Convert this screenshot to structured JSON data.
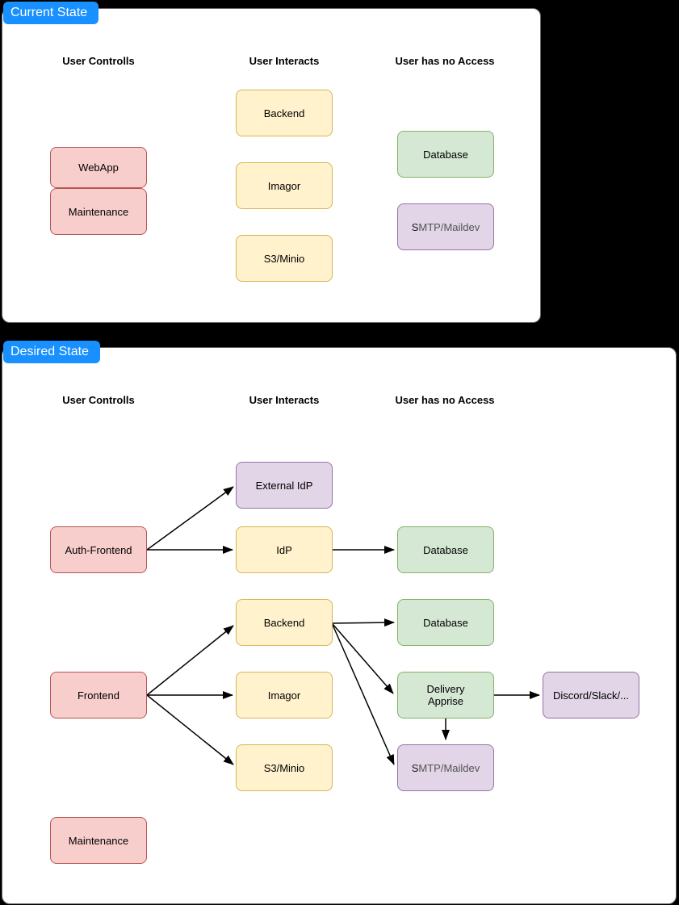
{
  "colors": {
    "background": "#000000",
    "tag_blue": "#1890FF",
    "red_fill": "#F8CECC",
    "red_stroke": "#B85450",
    "yellow_fill": "#FFF2CC",
    "yellow_stroke": "#D6B656",
    "green_fill": "#D5E8D4",
    "green_stroke": "#82B366",
    "purple_fill": "#E1D5E7",
    "purple_stroke": "#9673A6",
    "arrow_color": "#000000",
    "muted_text": "#545454"
  },
  "current_state": {
    "tag": "Current State",
    "columns": {
      "controls": "User Controlls",
      "interacts": "User Interacts",
      "no_access": "User has no Access"
    },
    "nodes": {
      "webapp": "WebApp",
      "maintenance": "Maintenance",
      "backend": "Backend",
      "imagor": "Imagor",
      "s3": "S3/Minio",
      "database": "Database",
      "smtp_first": "S",
      "smtp_rest": "MTP/Maildev"
    }
  },
  "desired_state": {
    "tag": "Desired State",
    "columns": {
      "controls": "User Controlls",
      "interacts": "User Interacts",
      "no_access": "User has no Access"
    },
    "nodes": {
      "external_idp": "External IdP",
      "auth_frontend": "Auth-Frontend",
      "idp": "IdP",
      "database_top": "Database",
      "backend": "Backend",
      "database_mid": "Database",
      "frontend": "Frontend",
      "imagor": "Imagor",
      "delivery": "Delivery\nApprise",
      "discord": "Discord/Slack/...",
      "s3": "S3/Minio",
      "smtp_first": "S",
      "smtp_rest": "MTP/Maildev",
      "maintenance": "Maintenance"
    },
    "edges": [
      {
        "from": "Auth-Frontend",
        "to": "External IdP"
      },
      {
        "from": "Auth-Frontend",
        "to": "IdP"
      },
      {
        "from": "IdP",
        "to": "Database"
      },
      {
        "from": "Frontend",
        "to": "Backend"
      },
      {
        "from": "Frontend",
        "to": "Imagor"
      },
      {
        "from": "Frontend",
        "to": "S3/Minio"
      },
      {
        "from": "Backend",
        "to": "Database"
      },
      {
        "from": "Backend",
        "to": "Delivery Apprise"
      },
      {
        "from": "Backend",
        "to": "SMTP/Maildev"
      },
      {
        "from": "Delivery Apprise",
        "to": "Discord/Slack/..."
      },
      {
        "from": "Delivery Apprise",
        "to": "SMTP/Maildev"
      }
    ]
  }
}
